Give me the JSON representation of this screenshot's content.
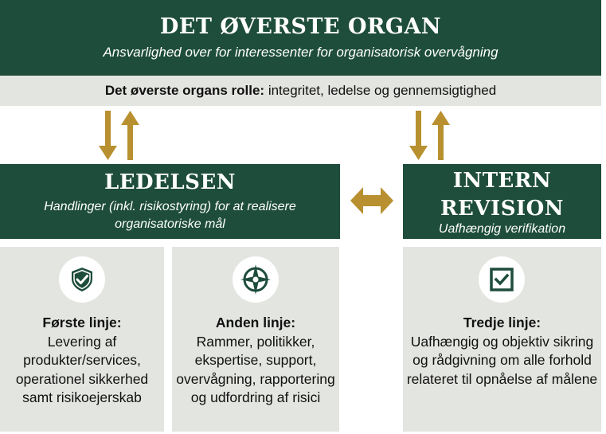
{
  "governing_body": {
    "title": "DET ØVERSTE ORGAN",
    "subtitle": "Ansvarlighed over for interessenter for organisatorisk overvågning"
  },
  "role_bar": {
    "label": "Det øverste organs rolle:",
    "text": " integritet, ledelse og gennemsigtighed"
  },
  "management": {
    "title": "LEDELSEN",
    "subtitle": "Handlinger (inkl. risikostyring) for at realisere organisatoriske mål"
  },
  "internal_audit": {
    "title": "INTERN REVISION",
    "subtitle": "Uafhængig verifikation"
  },
  "lines": [
    {
      "heading": "Første linje:",
      "text": "Levering af produkter/services, operationel sikkerhed samt risikoejerskab",
      "icon": "shield-check-icon"
    },
    {
      "heading": "Anden linje:",
      "text": "Rammer, politikker, ekspertise, support, overvågning, rapportering og udfordring af risici",
      "icon": "compass-icon"
    },
    {
      "heading": "Tredje linje:",
      "text": "Uafhængig og objektiv sikring og rådgivning om alle forhold relateret til opnåelse af målene",
      "icon": "checkbox-icon"
    }
  ],
  "colors": {
    "dark_green": "#1e4d3b",
    "gold": "#b8902f",
    "light_grey": "#e3e5e0"
  }
}
